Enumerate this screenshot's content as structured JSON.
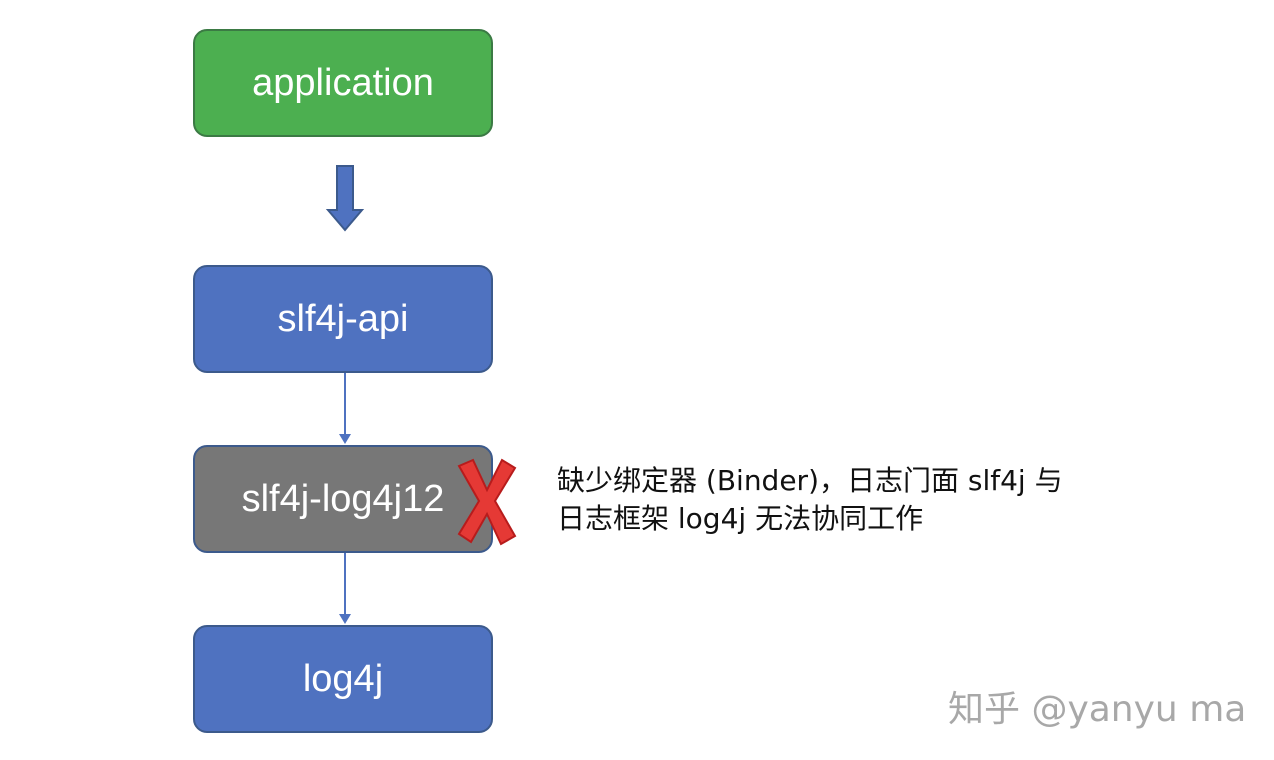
{
  "diagram": {
    "nodes": [
      {
        "id": "application",
        "label": "application",
        "color": "#4caf50"
      },
      {
        "id": "slf4j-api",
        "label": "slf4j-api",
        "color": "#4f72c0"
      },
      {
        "id": "slf4j-log4j12",
        "label": "slf4j-log4j12",
        "color": "#777777"
      },
      {
        "id": "log4j",
        "label": "log4j",
        "color": "#4f72c0"
      }
    ],
    "edges": [
      {
        "from": "application",
        "to": "slf4j-api",
        "style": "block-arrow"
      },
      {
        "from": "slf4j-api",
        "to": "slf4j-log4j12",
        "style": "line-arrow"
      },
      {
        "from": "slf4j-log4j12",
        "to": "log4j",
        "style": "line-arrow"
      }
    ],
    "missing_marker": {
      "icon": "red-cross-icon",
      "color": "#e53935"
    },
    "note": {
      "line1": "缺少绑定器 (Binder)，日志门面 slf4j 与",
      "line2": "日志框架 log4j 无法协同工作"
    }
  },
  "watermark": "知乎 @yanyu ma"
}
